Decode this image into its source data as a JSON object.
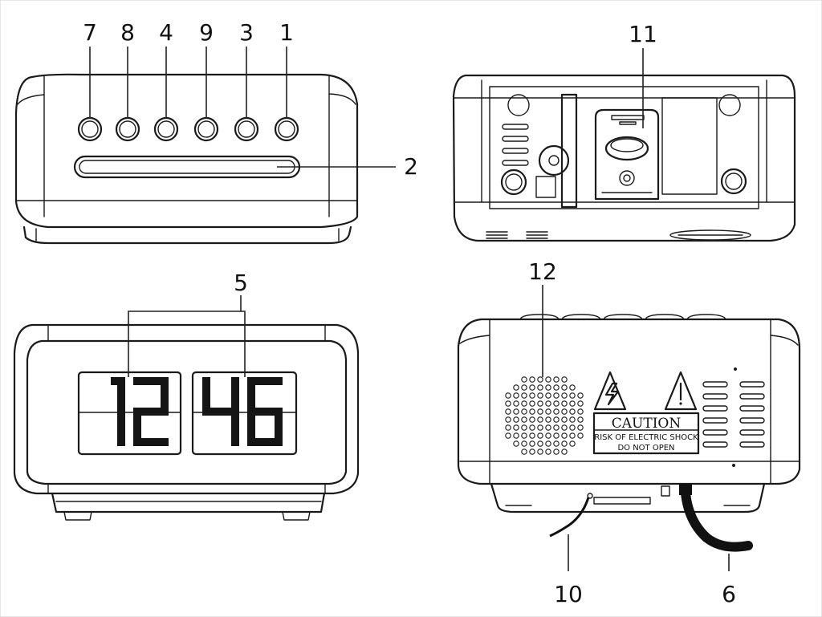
{
  "callouts": {
    "c7": "7",
    "c8": "8",
    "c4": "4",
    "c9": "9",
    "c3": "3",
    "c1": "1",
    "c2": "2",
    "c11": "11",
    "c5": "5",
    "c12": "12",
    "c10": "10",
    "c6": "6"
  },
  "display_time": {
    "hours": "12",
    "minutes": "46"
  },
  "caution_label": {
    "title": "CAUTION",
    "line1": "RISK OF ELECTRIC SHOCK",
    "line2": "DO NOT OPEN"
  },
  "colors": {
    "line": "#1a1a1a",
    "background": "#ffffff"
  }
}
